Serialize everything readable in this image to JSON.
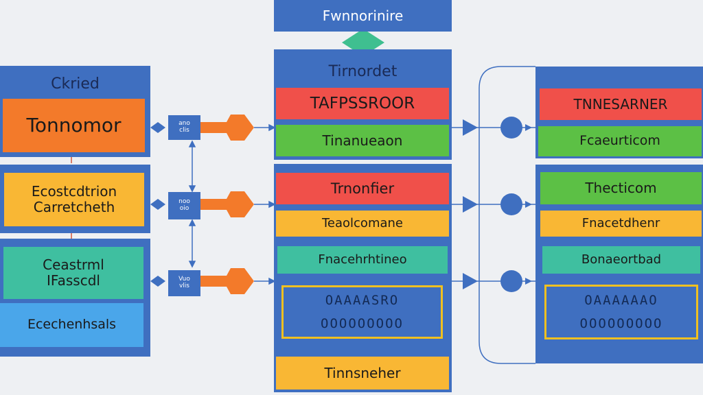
{
  "colors": {
    "panel": "#3f6fc0",
    "orange": "#f37a2a",
    "red": "#f0504a",
    "green": "#5cc045",
    "yellow": "#f9b734",
    "teal": "#3fbfa0",
    "sky": "#4aa6ea",
    "accent_green": "#3fbf90",
    "wire": "#3f6fc0"
  },
  "top_header": {
    "title": "Fwnnorinire"
  },
  "left_column": {
    "panel1": {
      "title": "Ckried",
      "box": "Tonnomor",
      "tag": [
        "ano",
        "clis"
      ]
    },
    "panel2": {
      "box_line1": "Ecostcdtrion",
      "box_line2": "Carretcheth",
      "tag": [
        "noo",
        "oio"
      ]
    },
    "panel3": {
      "box_line1": "Ceastrml",
      "box_line2": "IFasscdl",
      "box2": "Ecechenhsals",
      "tag": [
        "Vuo",
        "vlis"
      ]
    }
  },
  "center_column": {
    "panel1": {
      "title": "Tirnordet",
      "row1": "TAFPSSROOR",
      "row2": "Tinanueaon"
    },
    "panel2": {
      "row1": "Trnonfier",
      "row2": "Teaolcomane",
      "row3": "Fnacehrhtineo",
      "grid_line1": "OAAAASRO",
      "grid_line2": "OOOOOOOOO",
      "footer": "Tinnsneher"
    }
  },
  "right_column": {
    "panel1": {
      "row1": "TNNESARNER",
      "row2": "Fcaeurticom"
    },
    "panel2": {
      "row1": "Thecticom",
      "row2": "Fnacetdhenr",
      "row3": "Bonaeortbad",
      "grid_line1": "OAAAAAAO",
      "grid_line2": "OOOOOOOOO"
    }
  }
}
